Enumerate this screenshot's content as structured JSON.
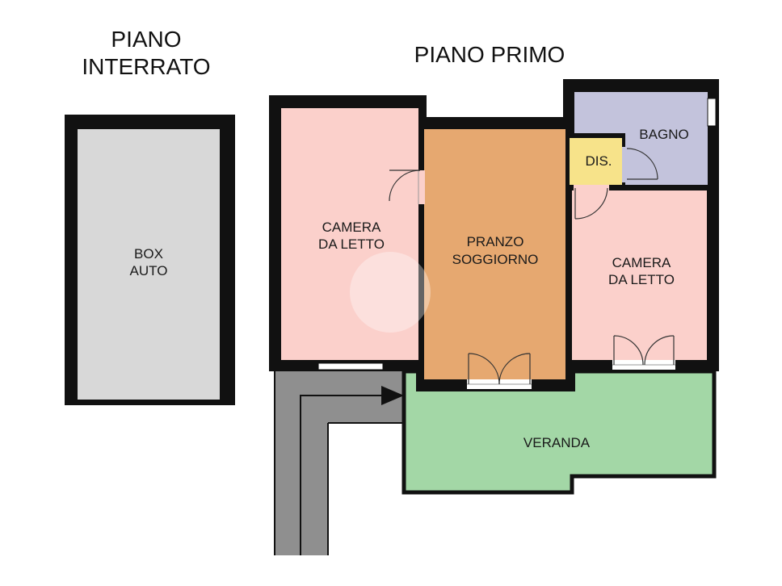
{
  "titles": {
    "basement_line1": "PIANO",
    "basement_line2": "INTERRATO",
    "first_floor": "PIANO PRIMO"
  },
  "rooms": {
    "box_auto": {
      "line1": "BOX",
      "line2": "AUTO"
    },
    "bedroom_left": {
      "line1": "CAMERA",
      "line2": "DA LETTO"
    },
    "living": {
      "line1": "PRANZO",
      "line2": "SOGGIORNO"
    },
    "bedroom_right": {
      "line1": "CAMERA",
      "line2": "DA LETTO"
    },
    "bathroom": {
      "label": "BAGNO"
    },
    "hallway": {
      "label": "DIS."
    },
    "veranda": {
      "label": "VERANDA"
    }
  },
  "colors": {
    "wall": "#111111",
    "box_auto": "#d8d8d8",
    "bedroom": "#fbd0cb",
    "living": "#e6a870",
    "bathroom": "#c3c3dc",
    "hallway": "#f7e38a",
    "veranda": "#a3d7a6",
    "ramp": "#8f8f8f"
  }
}
